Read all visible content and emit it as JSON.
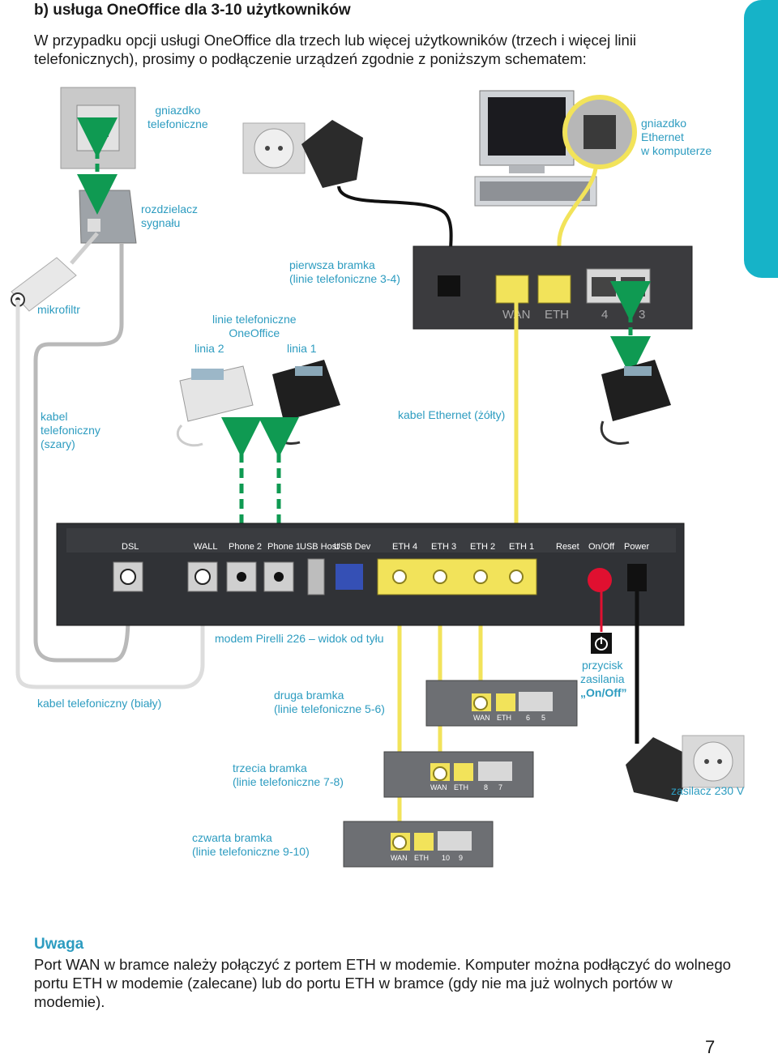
{
  "heading": "b) usługa OneOffice dla 3-10 użytkowników",
  "intro": "W przypadku opcji usługi OneOffice dla trzech lub więcej użytkowników (trzech i więcej linii telefonicznych), prosimy o podłączenie urządzeń zgodnie z poniższym schematem:",
  "labels": {
    "phone_socket": "gniazdko\ntelefoniczne",
    "ethernet_socket": "gniazdko\nEthernet\nw komputerze",
    "splitter": "rozdzielacz\nsygnału",
    "first_gateway": "pierwsza bramka\n(linie telefoniczne 3-4)",
    "microfilter": "mikrofiltr",
    "phone_lines": "linie telefoniczne\nOneOffice",
    "line2": "linia 2",
    "line1": "linia 1",
    "grey_cable": "kabel\ntelefoniczny\n(szary)",
    "ethernet_cable": "kabel Ethernet (żółty)",
    "modem_back": "modem Pirelli 226 – widok od tyłu",
    "white_cable": "kabel telefoniczny (biały)",
    "second_gateway": "druga bramka\n(linie telefoniczne 5-6)",
    "power_button": "przycisk\nzasilania",
    "power_button_name": "„On/Off”",
    "third_gateway": "trzecia bramka\n(linie telefoniczne 7-8)",
    "power_supply": "zasilacz 230 V",
    "fourth_gateway": "czwarta bramka\n(linie telefoniczne 9-10)"
  },
  "gateway_ports": {
    "first": [
      "WAN",
      "ETH",
      "4",
      "3"
    ],
    "second": [
      "WAN",
      "ETH",
      "6",
      "5"
    ],
    "third": [
      "WAN",
      "ETH",
      "8",
      "7"
    ],
    "fourth": [
      "WAN",
      "ETH",
      "10",
      "9"
    ]
  },
  "modem_ports": [
    "DSL",
    "WALL",
    "Phone 2",
    "Phone 1",
    "USB Host",
    "USB Dev",
    "ETH 4",
    "ETH 3",
    "ETH 2",
    "ETH 1",
    "Reset",
    "On/Off",
    "Power"
  ],
  "warning": {
    "title": "Uwaga",
    "text": "Port WAN w bramce należy połączyć z portem ETH w modemie. Komputer można podłączyć do wolnego portu ETH w modemie (zalecane) lub do portu ETH w bramce (gdy nie ma już wolnych portów w modemie)."
  },
  "page_number": "7",
  "colors": {
    "accent": "#2d9cc0",
    "tab": "#16b3c8",
    "ethernet_cable": "#f2e35a",
    "arrow": "#0f9a52",
    "power_button": "#e01030"
  }
}
